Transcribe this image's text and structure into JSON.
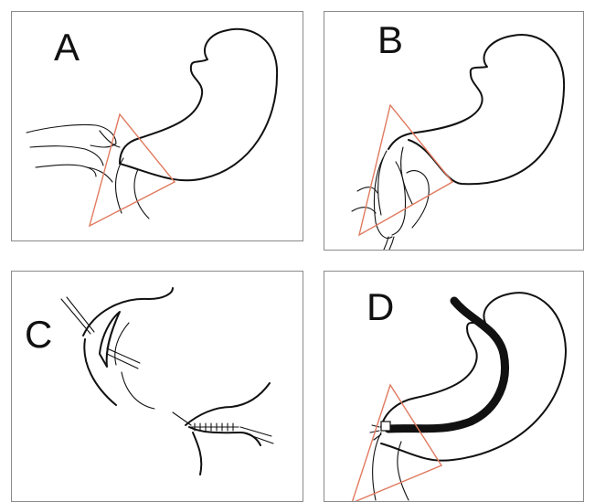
{
  "figure": {
    "colors": {
      "outline": "#111111",
      "triangle": "#e07a5f",
      "border": "#8a8a8a"
    },
    "panels": [
      {
        "id": "A",
        "label": "A"
      },
      {
        "id": "B",
        "label": "B"
      },
      {
        "id": "C",
        "label": "C"
      },
      {
        "id": "D",
        "label": "D"
      }
    ]
  }
}
